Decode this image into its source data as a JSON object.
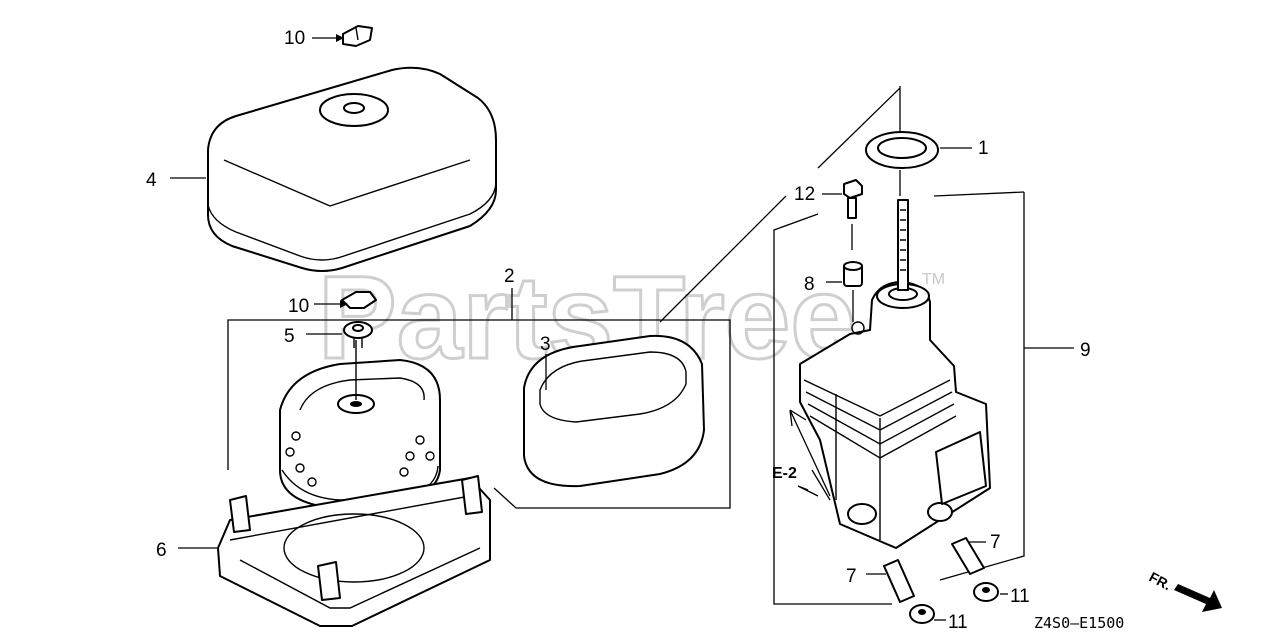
{
  "watermark": {
    "text": "PartsTree",
    "trademark": "TM"
  },
  "diagram_code": "Z4S0—E1500",
  "reference": "E-2",
  "direction_label": "FR.",
  "callouts": {
    "c1": "1",
    "c2": "2",
    "c3": "3",
    "c4": "4",
    "c5": "5",
    "c6": "6",
    "c7a": "7",
    "c7b": "7",
    "c8": "8",
    "c9": "9",
    "c10a": "10",
    "c10b": "10",
    "c11a": "11",
    "c11b": "11",
    "c12": "12"
  }
}
